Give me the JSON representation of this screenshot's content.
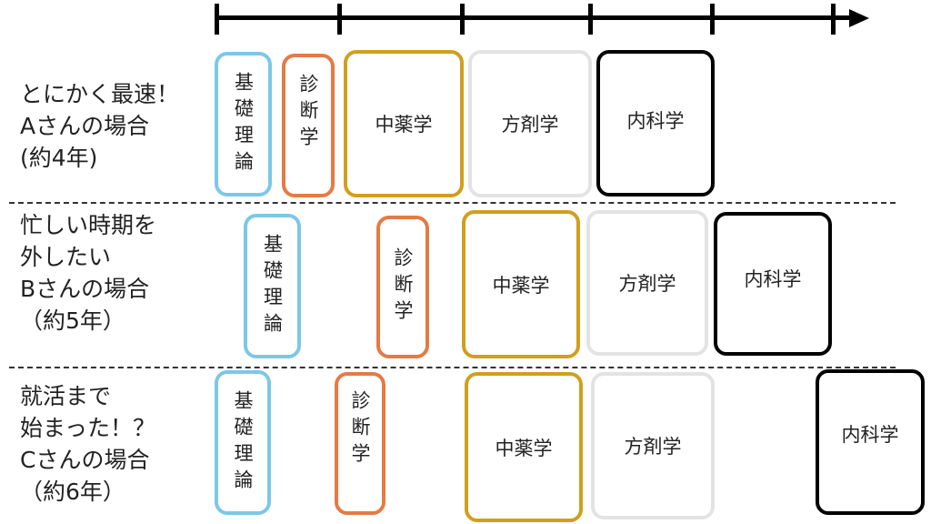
{
  "rows": [
    {
      "label": "とにかく最速！\nAさんの場合\n(約4年)"
    },
    {
      "label": "忙しい時期を\n外したい\nBさんの場合\n（約5年）"
    },
    {
      "label": "就活まで\n始まった！？\nCさんの場合\n（約6年）"
    }
  ],
  "subjects": {
    "kiso": "基礎理論",
    "shindan": "診断学",
    "chuyaku": "中薬学",
    "hozai": "方剤学",
    "naika": "内科学"
  },
  "colors": {
    "kiso": "#7cc7e8",
    "shindan": "#e57a45",
    "chuyaku": "#d09f1c",
    "hozai": "#e3e3e3",
    "naika": "#000000"
  }
}
